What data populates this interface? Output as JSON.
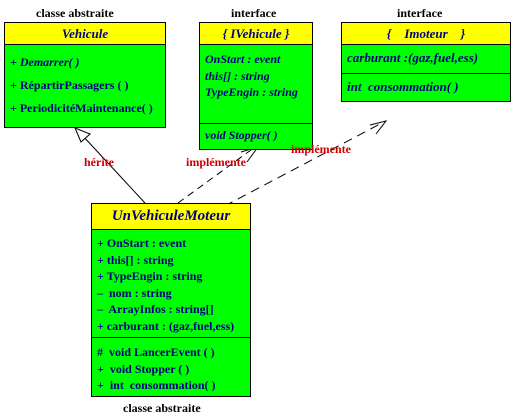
{
  "diagram": {
    "vehicule": {
      "stereotype": "classe abstraite",
      "name": "Vehicule",
      "operations": [
        "+ Demarrer( )",
        "+ RépartirPassagers ( )",
        "+ PeriodicitéMaintenance( )"
      ]
    },
    "ivehicule": {
      "stereotype": "interface",
      "name": "{ IVehicule }",
      "attributes": [
        "OnStart : event",
        "this[] : string",
        "TypeEngin : string"
      ],
      "operations": [
        "void Stopper( )"
      ]
    },
    "imoteur": {
      "stereotype": "interface",
      "name": "{    Imoteur    }",
      "attributes": [
        "carburant :(gaz,fuel,ess)"
      ],
      "operations": [
        "int  consommation( )"
      ]
    },
    "unvehiculemoteur": {
      "stereotype": "classe abstraite",
      "name": "UnVehiculeMoteur",
      "attributes": [
        "+ OnStart : event",
        "+ this[] : string",
        "+ TypeEngin : string",
        "–  nom : string",
        "–  ArrayInfos : string[]",
        "+ carburant : (gaz,fuel,ess)"
      ],
      "operations": [
        "#  void LancerEvent ( )",
        "+  void Stopper ( )",
        "+  int  consommation( )"
      ]
    },
    "edges": {
      "inherits": "hérite",
      "implements_ivehicule": "implémente",
      "implements_imoteur": "implémente"
    }
  },
  "colors": {
    "box_fill": "#00ff00",
    "header_fill": "#ffff00",
    "member_text": "#000080",
    "edge_label": "#cc0000"
  }
}
